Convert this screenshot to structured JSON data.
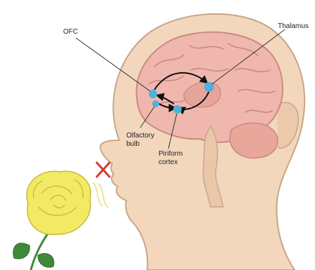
{
  "labels": {
    "ofc": "OFC",
    "thalamus": "Thalamus",
    "olfactory_line1": "Olfactory",
    "olfactory_line2": "bulb",
    "piriform_line1": "Piriform",
    "piriform_line2": "cortex"
  },
  "colors": {
    "skin": "#f2d7bd",
    "skin_outline": "#c9a586",
    "brain": "#f0b7ae",
    "brain_outline": "#c98a80",
    "region_marker": "#4fb3d9",
    "pathway_arrow": "#111111",
    "blocked_x": "#d23a2a",
    "rose_petal": "#f3ea64",
    "rose_outline": "#c9b73a",
    "leaf": "#3f8a3a"
  },
  "icons": {
    "blocked": "x-mark-icon",
    "flower": "yellow-rose-icon"
  }
}
